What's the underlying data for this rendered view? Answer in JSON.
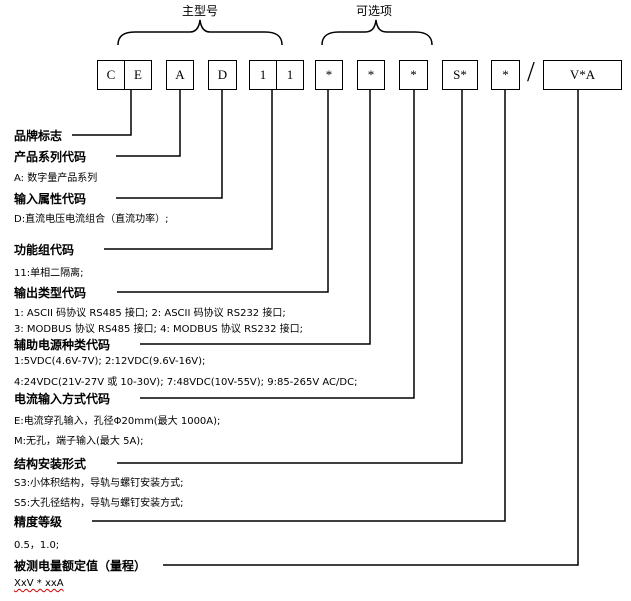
{
  "brackets": {
    "main_label": "主型号",
    "optional_label": "可选项"
  },
  "code_boxes": [
    "C",
    "E",
    "A",
    "D",
    "1",
    "1",
    "*",
    "*",
    "*",
    "S*",
    "*",
    "V*A"
  ],
  "separator": "/",
  "sections": [
    {
      "title": "品牌标志",
      "lines": []
    },
    {
      "title": "产品系列代码",
      "lines": [
        "A: 数字量产品系列"
      ]
    },
    {
      "title": "输入属性代码",
      "lines": [
        "D:直流电压电流组合（直流功率）;"
      ]
    },
    {
      "title": "功能组代码",
      "lines": [
        "11:单相二隔离;"
      ]
    },
    {
      "title": "输出类型代码",
      "lines": [
        "1: ASCII 码协议 RS485 接口; 2: ASCII 码协议 RS232 接口;",
        "3: MODBUS 协议 RS485 接口; 4: MODBUS 协议 RS232 接口;"
      ]
    },
    {
      "title": "辅助电源种类代码",
      "lines": [
        "1:5VDC(4.6V-7V);    2:12VDC(9.6V-16V);",
        "4:24VDC(21V-27V 或 10-30V);   7:48VDC(10V-55V);    9:85-265V AC/DC;"
      ]
    },
    {
      "title": "电流输入方式代码",
      "lines": [
        "E:电流穿孔输入，孔径Φ20mm(最大 1000A);",
        "M:无孔，端子输入(最大 5A);"
      ]
    },
    {
      "title": "结构安装形式",
      "lines": [
        "S3:小体积结构，导轨与螺钉安装方式;",
        "S5:大孔径结构，导轨与螺钉安装方式;"
      ]
    },
    {
      "title": "精度等级",
      "lines": [
        "0.5，1.0;"
      ]
    },
    {
      "title": "被测电量额定值（量程）",
      "lines": [
        "XxV * xxA"
      ]
    }
  ]
}
